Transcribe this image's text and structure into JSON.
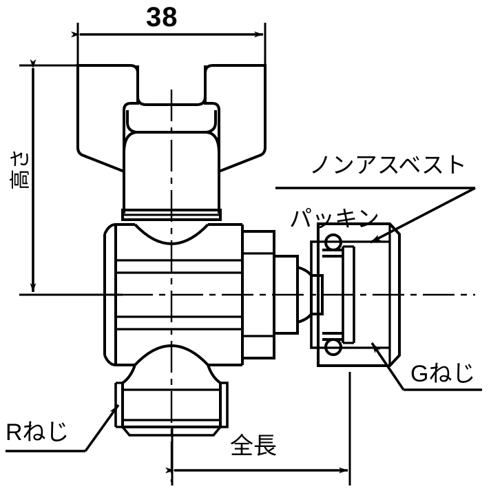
{
  "drawing": {
    "type": "technical-line-drawing",
    "subject": "angle-stop-valve-with-wing-handle",
    "background_color": "#ffffff",
    "line_color": "#000000"
  },
  "dimensions": {
    "width_top": {
      "value": "38",
      "orientation": "horizontal",
      "position": "top"
    },
    "height_left": {
      "value": "高さ",
      "orientation": "vertical",
      "position": "left"
    },
    "length_bottom": {
      "value": "全長",
      "orientation": "horizontal",
      "position": "bottom"
    }
  },
  "callouts": {
    "packing": {
      "line1": "ノンアスベスト",
      "line2": "パッキン"
    },
    "g_thread": "Gねじ",
    "r_thread": "Rねじ"
  },
  "icons": {
    "arrow_left": "arrow-left-icon",
    "arrow_right": "arrow-right-icon",
    "arrow_up": "arrow-up-icon",
    "arrow_down": "arrow-down-icon",
    "leader_arrow": "leader-arrow-icon"
  }
}
